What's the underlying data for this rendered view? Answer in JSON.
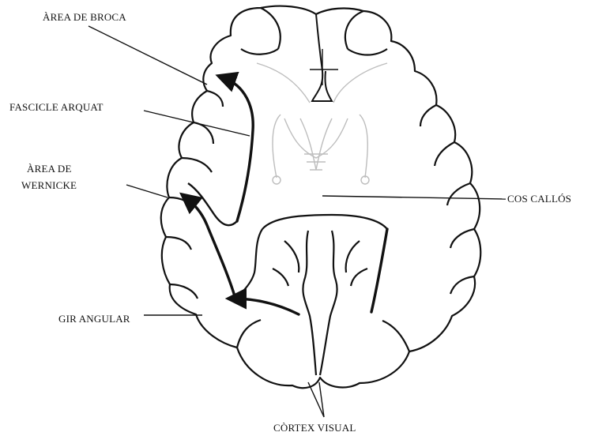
{
  "labels": {
    "broca": "ÀREA DE BROCA",
    "fascicle": "FASCICLE ARQUAT",
    "wernicke_line1": "ÀREA DE",
    "wernicke_line2": "WERNICKE",
    "cos_callos": "COS CALLÓS",
    "gir_angular": "GIR ANGULAR",
    "cortex_visual": "CÒRTEX VISUAL"
  }
}
